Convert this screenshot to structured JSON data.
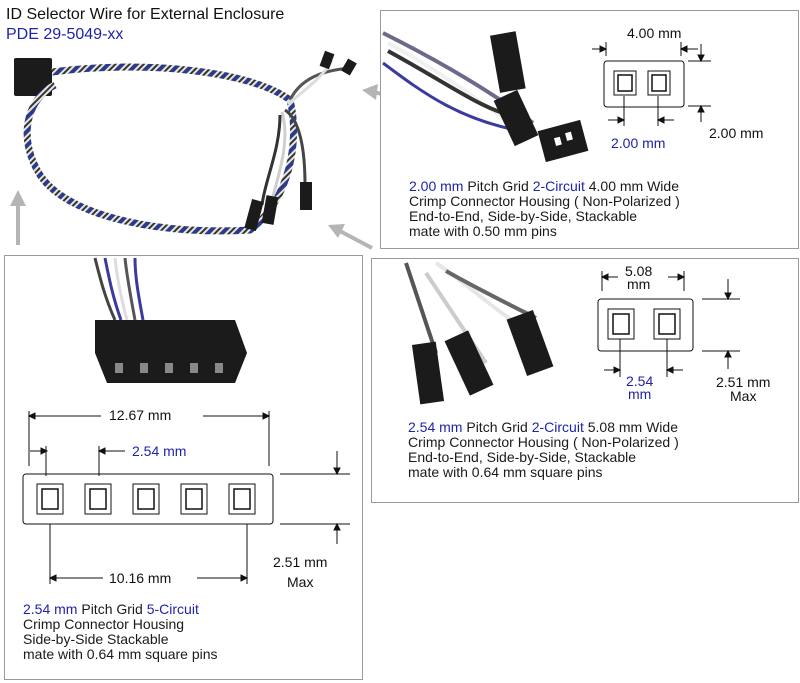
{
  "header": {
    "title": "ID Selector Wire for  External Enclosure",
    "part_number": "PDE 29-5049-xx"
  },
  "colors": {
    "accent_blue": "#1e24a8",
    "panel_border": "#9a9a9a",
    "arrow_gray": "#b5b5b5",
    "connector_black": "#1b1b1b"
  },
  "panel_2mm": {
    "dims": {
      "width": "4.00 mm",
      "pitch": "2.00 mm",
      "height": "2.00 mm"
    },
    "caption": {
      "pitch": "2.00 mm",
      "pitch_grid_word": " Pitch Grid ",
      "circuit": "2-Circuit",
      "rest1": " 4.00 mm Wide",
      "line2": "Crimp Connector Housing ( Non-Polarized )",
      "line3": "End-to-End, Side-by-Side, Stackable",
      "line4": "mate with 0.50 mm pins"
    }
  },
  "panel_254_2ckt": {
    "dims": {
      "width_line1": "5.08",
      "width_line2": "mm",
      "pitch_line1": "2.54",
      "pitch_line2": "mm",
      "height_line1": "2.51 mm",
      "height_line2": "Max"
    },
    "caption": {
      "pitch": "2.54 mm",
      "pitch_grid_word": " Pitch Grid ",
      "circuit": "2-Circuit",
      "rest1": " 5.08 mm Wide",
      "line2": "Crimp Connector Housing ( Non-Polarized )",
      "line3": "End-to-End, Side-by-Side, Stackable",
      "line4": "mate with 0.64 mm square pins"
    }
  },
  "panel_5ckt": {
    "dims": {
      "overall": "12.67 mm",
      "pitch": "2.54 mm",
      "inner": "10.16 mm",
      "height_line1": "2.51 mm",
      "height_line2": "Max"
    },
    "caption": {
      "pitch": "2.54 mm",
      "pitch_grid_word": " Pitch Grid ",
      "circuit": "5-Circuit",
      "line2": "Crimp Connector Housing",
      "line3": "Side-by-Side Stackable",
      "line4": "mate with 0.64 mm square pins"
    }
  }
}
